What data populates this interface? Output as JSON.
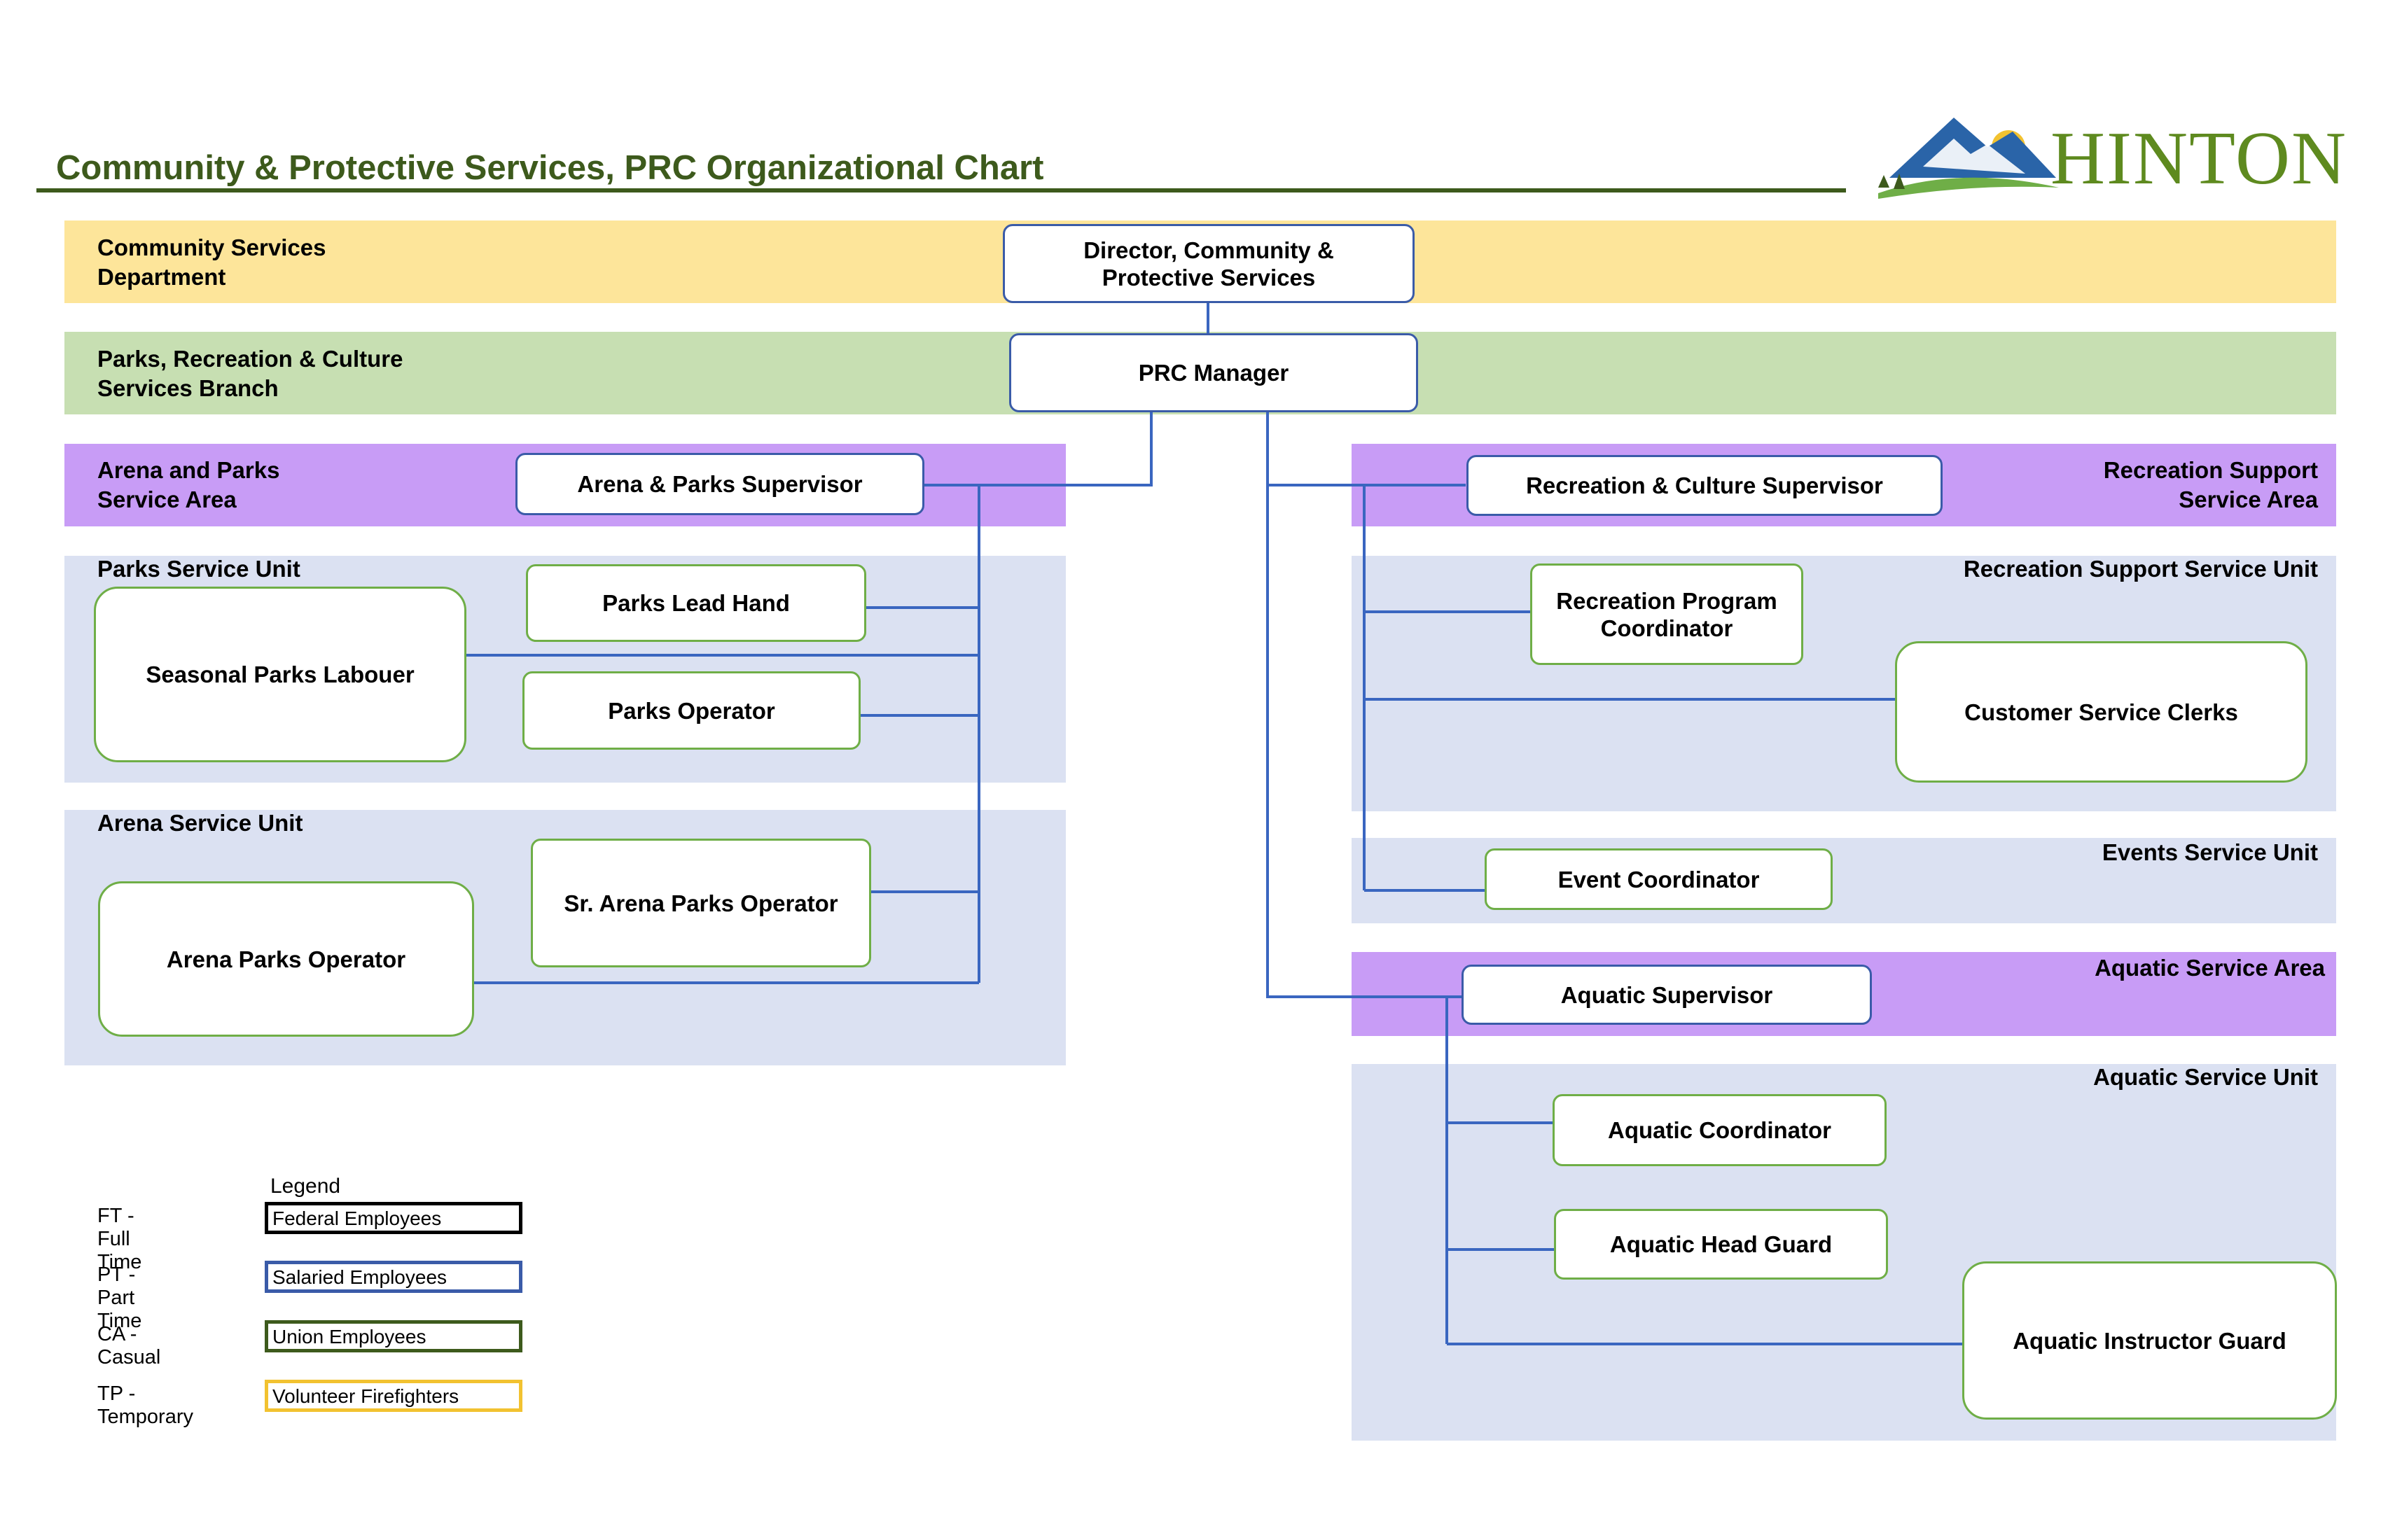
{
  "title": "Community & Protective Services, PRC Organizational Chart",
  "logo": {
    "text": "HINTON",
    "colors": {
      "text": "#5e8a1f",
      "mountain": "#2a64a8",
      "sun": "#f2c230",
      "hill": "#6fae47"
    }
  },
  "colors": {
    "department_band": "#fde59a",
    "branch_band": "#c7dfb2",
    "service_area_band": "#c89cf6",
    "service_unit_band": "#dbe1f2",
    "connector": "#3a66c0",
    "salaried_border": "#3a5ba8",
    "union_border": "#6fae47",
    "title": "#3d5a1c"
  },
  "bands": {
    "department": "Community Services\nDepartment",
    "branch": "Parks, Recreation & Culture\nServices Branch",
    "arena_parks_area": "Arena and Parks\nService Area",
    "recreation_support_area": "Recreation Support\nService Area",
    "parks_unit": "Parks Service Unit",
    "arena_unit": "Arena Service Unit",
    "recreation_support_unit": "Recreation Support Service Unit",
    "events_unit": "Events Service Unit",
    "aquatic_area": "Aquatic Service Area",
    "aquatic_unit": "Aquatic Service Unit"
  },
  "positions": {
    "director": "Director, Community &\nProtective Services",
    "prc_manager": "PRC Manager",
    "arena_parks_supervisor": "Arena & Parks Supervisor",
    "recreation_culture_supervisor": "Recreation & Culture Supervisor",
    "parks_lead_hand": "Parks Lead Hand",
    "seasonal_parks_labouer": "Seasonal Parks Labouer",
    "parks_operator": "Parks Operator",
    "sr_arena_parks_operator": "Sr. Arena Parks Operator",
    "arena_parks_operator": "Arena Parks Operator",
    "recreation_program_coordinator": "Recreation Program\nCoordinator",
    "customer_service_clerks": "Customer Service Clerks",
    "event_coordinator": "Event Coordinator",
    "aquatic_supervisor": "Aquatic Supervisor",
    "aquatic_coordinator": "Aquatic Coordinator",
    "aquatic_head_guard": "Aquatic Head Guard",
    "aquatic_instructor_guard": "Aquatic Instructor Guard"
  },
  "legend": {
    "title": "Legend",
    "items": [
      {
        "abbr": "FT - Full Time",
        "label": "Federal Employees",
        "color": "#000000"
      },
      {
        "abbr": "PT - Part Time",
        "label": "Salaried Employees",
        "color": "#3a5ba8"
      },
      {
        "abbr": "CA - Casual",
        "label": "Union Employees",
        "color": "#3d5a1c"
      },
      {
        "abbr": "TP - Temporary",
        "label": "Volunteer Firefighters",
        "color": "#f2c230"
      }
    ]
  }
}
